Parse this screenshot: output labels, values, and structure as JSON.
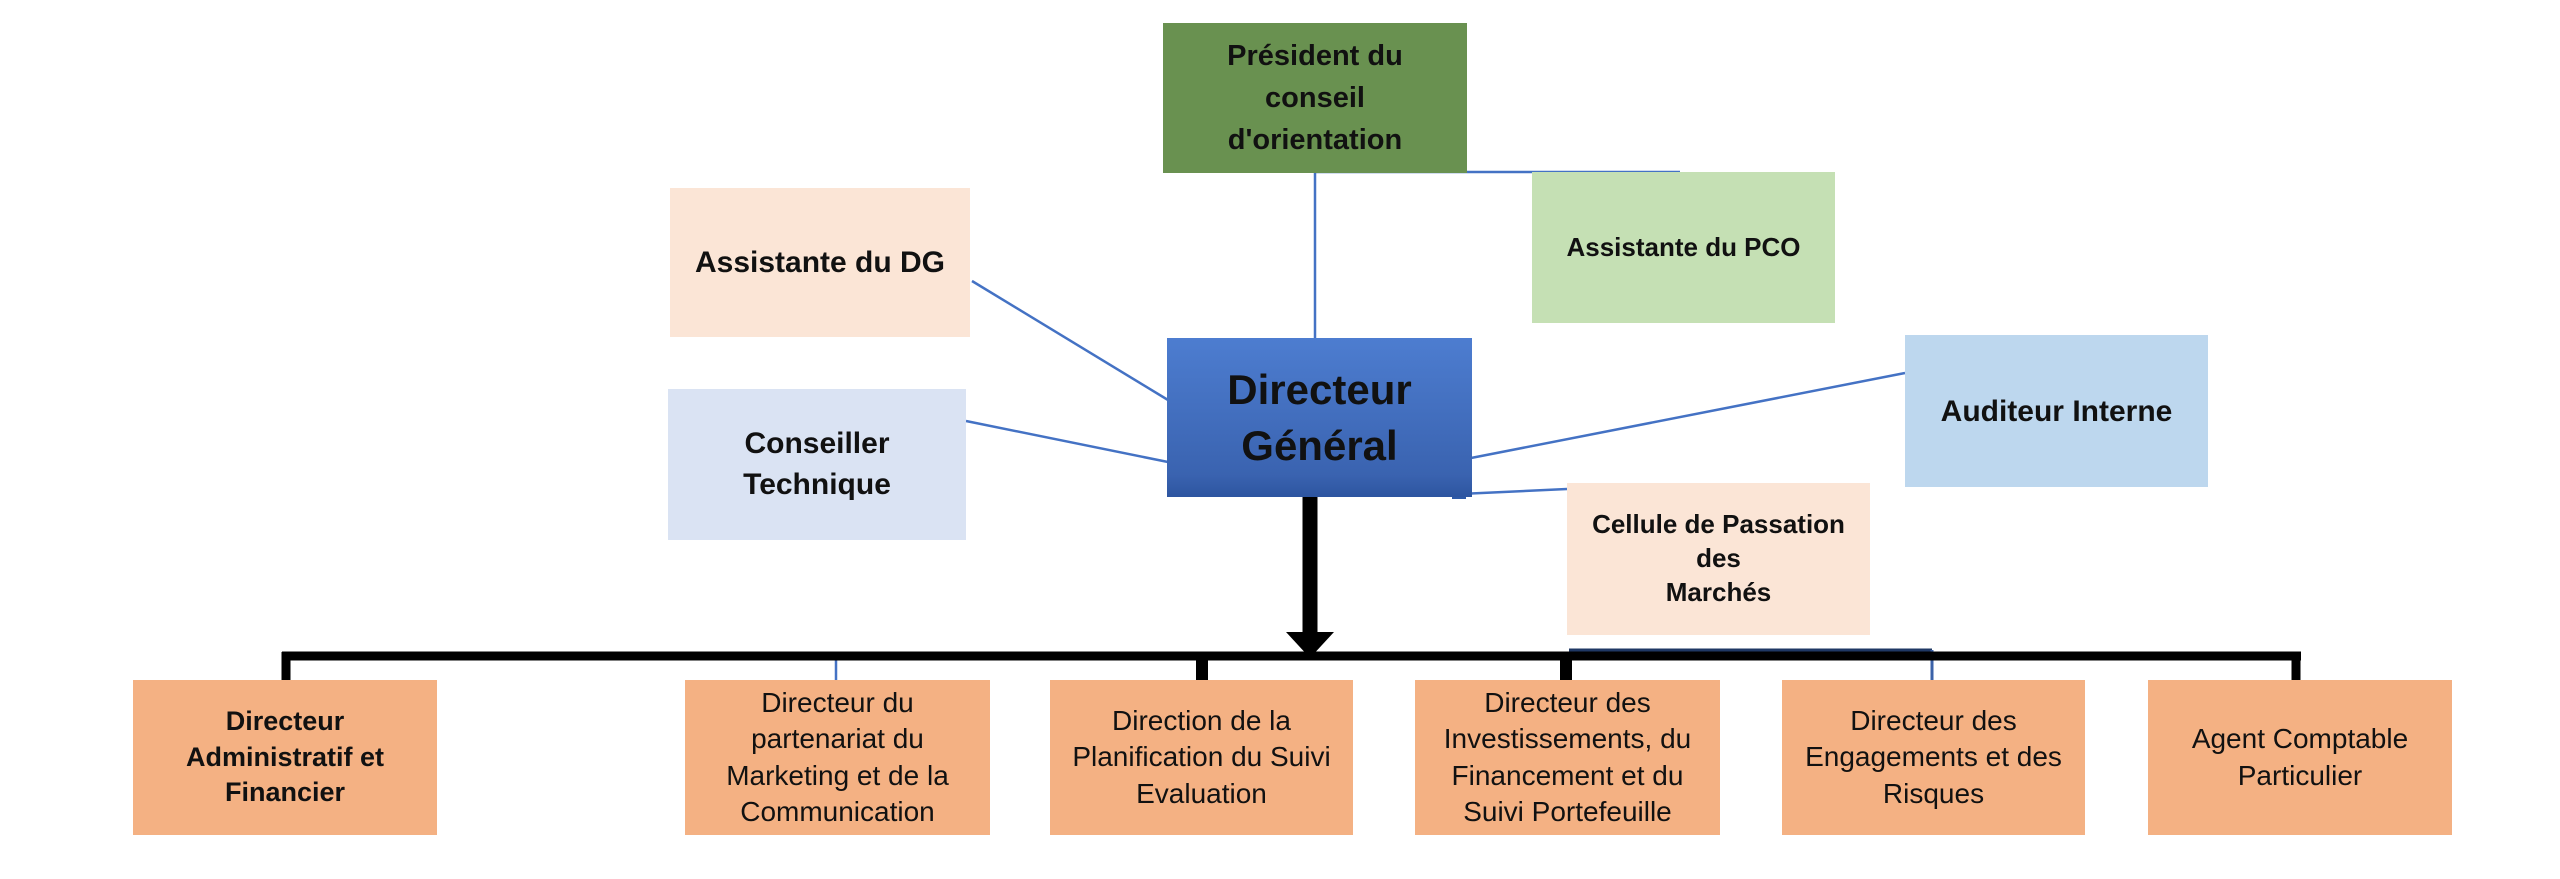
{
  "diagram": {
    "type": "org-chart",
    "nodes": {
      "president": {
        "label": "Président du\nconseil\nd'orientation"
      },
      "assistante_dg": {
        "label": "Assistante du DG"
      },
      "assistante_pco": {
        "label": "Assistante du PCO"
      },
      "dg": {
        "label": "Directeur\nGénéral"
      },
      "conseiller": {
        "label": "Conseiller\nTechnique"
      },
      "auditeur": {
        "label": "Auditeur Interne"
      },
      "cellule": {
        "label": "Cellule de Passation des\nMarchés"
      },
      "dir_admin_fin": {
        "label": "Directeur\nAdministratif et\nFinancier"
      },
      "dir_marketing": {
        "label": "Directeur du\npartenariat du\nMarketing et de la\nCommunication"
      },
      "dir_planif": {
        "label": "Direction de la\nPlanification du Suivi\nEvaluation"
      },
      "dir_invest": {
        "label": "Directeur des\nInvestissements, du\nFinancement et du\nSuivi Portefeuille"
      },
      "dir_engage": {
        "label": "Directeur des\nEngagements et des\nRisques"
      },
      "agent_compt": {
        "label": "Agent Comptable\nParticulier"
      }
    },
    "edges": [
      "president -> dg",
      "president -> assistante_pco",
      "assistante_dg -> dg",
      "conseiller -> dg",
      "dg -> auditeur",
      "dg -> cellule",
      "dg -> dir_admin_fin",
      "dg -> dir_marketing",
      "dg -> dir_planif",
      "dg -> dir_invest",
      "dg -> dir_engage",
      "dg -> agent_compt"
    ]
  },
  "colors": {
    "president_fill": "#699150",
    "peach_fill": "#fbe5d6",
    "pco_fill": "#c5e0b4",
    "dg_fill_top": "#4d7dd0",
    "dg_fill_mid": "#3a63b0",
    "dg_fill_bottom": "#2d55a0",
    "conseiller_fill": "#dae3f3",
    "auditeur_fill": "#bdd7ee",
    "direction_fill": "#f4b183",
    "line_blue": "#4472c4",
    "line_navy": "#1f3864",
    "line_drop": "#3b62a8",
    "line_black": "#000000",
    "handle_fill": "#2e5aa8",
    "text_color": "#111111",
    "background": "#ffffff"
  }
}
